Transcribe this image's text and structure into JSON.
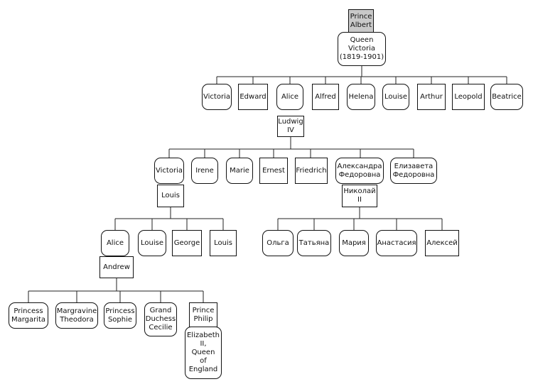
{
  "people": {
    "albert": "Prince\nAlbert",
    "queen_victoria": "Queen\nVictoria\n(1819-1901)",
    "victoria": "Victoria",
    "edward": "Edward",
    "alice": "Alice",
    "alfred": "Alfred",
    "helena": "Helena",
    "louise": "Louise",
    "arthur": "Arthur",
    "leopold": "Leopold",
    "beatrice": "Beatrice",
    "ludwig": "Ludwig\nIV",
    "victoria2": "Victoria",
    "irene": "Irene",
    "marie": "Marie",
    "ernest": "Ernest",
    "friedrich": "Friedrich",
    "alexandra": "Александра\nФедоровна",
    "elizaveta": "Елизавета\nФедоровна",
    "louis": "Louis",
    "nikolai": "Николай\nII",
    "alice2": "Alice",
    "louise2": "Louise",
    "george": "George",
    "louis2": "Louis",
    "olga": "Ольга",
    "tatyana": "Татьяна",
    "maria": "Мария",
    "anastasia": "Анастасия",
    "aleksei": "Алексей",
    "andrew": "Andrew",
    "margarita": "Princess\nMargarita",
    "theodora": "Margravine\nTheodora",
    "sophie": "Princess\nSophie",
    "cecilie": "Grand\nDuchess\nCecilie",
    "philip": "Prince\nPhilip",
    "elizabeth": "Elizabeth\nII,\nQueen\nof\nEngland"
  }
}
